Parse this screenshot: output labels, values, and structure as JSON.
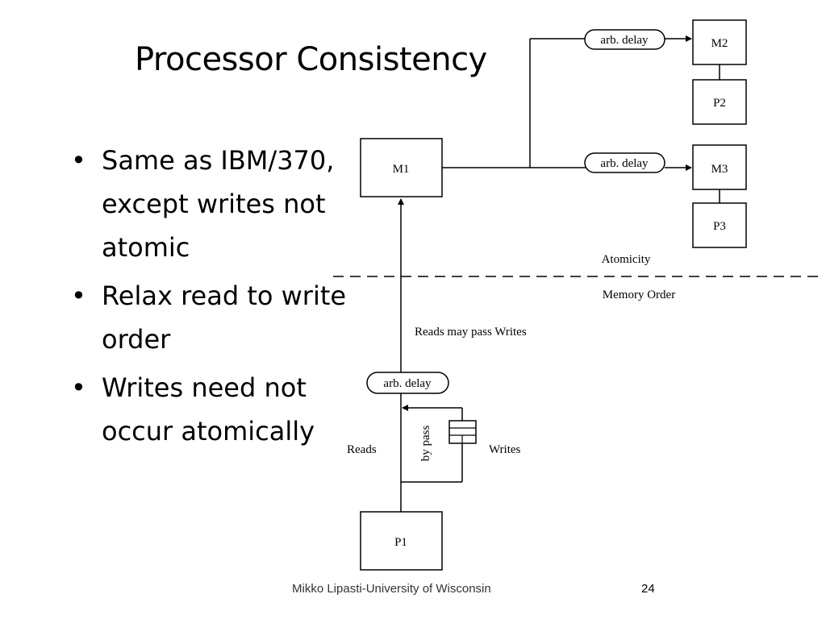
{
  "title": "Processor Consistency",
  "bullets": [
    "Same as IBM/370, except writes not atomic",
    "Relax read to write order",
    "Writes need not occur atomically"
  ],
  "bullet_glyph": "•",
  "diagram": {
    "boxes": {
      "m1": "M1",
      "m2": "M2",
      "m3": "M3",
      "p1": "P1",
      "p2": "P2",
      "p3": "P3"
    },
    "arb_delay": "arb. delay",
    "atomicity": "Atomicity",
    "memory_order": "Memory Order",
    "reads_may_pass": "Reads may pass Writes",
    "reads": "Reads",
    "writes": "Writes",
    "bypass": "by pass"
  },
  "footer": {
    "author": "Mikko Lipasti-University of Wisconsin",
    "page": "24"
  }
}
